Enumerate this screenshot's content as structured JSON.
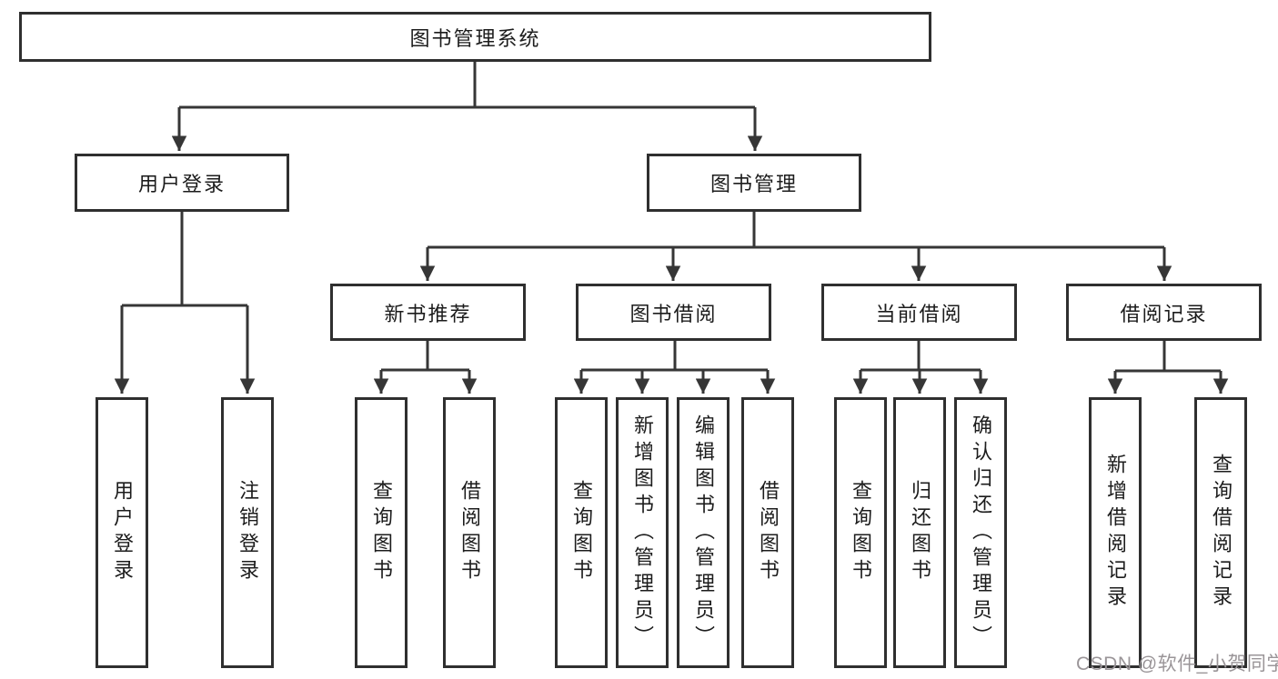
{
  "tree": {
    "root": "图书管理系统",
    "children": [
      {
        "label": "用户登录",
        "children": [
          "用户登录",
          "注销登录"
        ]
      },
      {
        "label": "图书管理",
        "children": [
          {
            "label": "新书推荐",
            "children": [
              "查询图书",
              "借阅图书"
            ]
          },
          {
            "label": "图书借阅",
            "children": [
              "查询图书",
              "新增图书（管理员）",
              "编辑图书（管理员）",
              "借阅图书"
            ]
          },
          {
            "label": "当前借阅",
            "children": [
              "查询图书",
              "归还图书",
              "确认归还（管理员）"
            ]
          },
          {
            "label": "借阅记录",
            "children": [
              "新增借阅记录",
              "查询借阅记录"
            ]
          }
        ]
      }
    ]
  },
  "watermark": "CSDN @软件_小贺同学",
  "colors": {
    "box_border": "#2f2f2f",
    "connector_line": "#363636",
    "text": "#1c1c1c",
    "watermark": "#9a9598",
    "background": "#ffffff"
  }
}
